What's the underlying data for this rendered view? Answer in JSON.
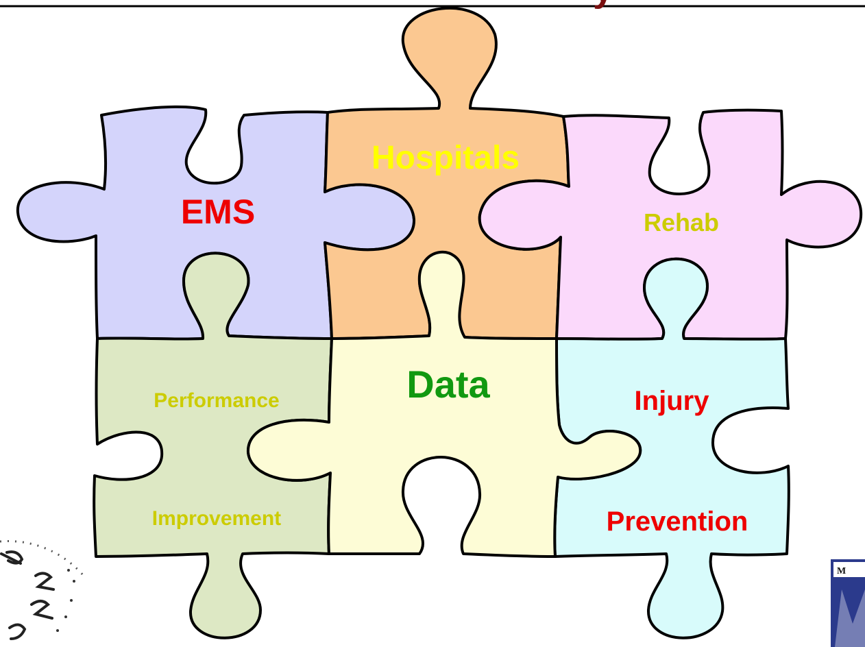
{
  "title_fragment": "y",
  "colors": {
    "title_fragment": "#7a1010",
    "ems_piece": "#d4d4fb",
    "hospitals_piece": "#fbc891",
    "rehab_piece": "#fbd9fb",
    "performance_piece": "#dde8c4",
    "data_piece": "#fdfcd6",
    "injury_piece": "#d8fbfb",
    "logo": "#2b3a8c"
  },
  "pieces": {
    "ems": {
      "label": "EMS",
      "color": "#ee0000"
    },
    "hospitals": {
      "label": "Hospitals",
      "color": "#ffff00"
    },
    "rehab": {
      "label": "Rehab",
      "color": "#cccc00"
    },
    "performance": {
      "line1": "Performance",
      "line2": "Improvement",
      "color": "#cccc00"
    },
    "data": {
      "label": "Data",
      "color": "#119911"
    },
    "injury": {
      "line1": "Injury",
      "line2": "Prevention",
      "color": "#ee0000"
    }
  },
  "decorations": {
    "clock_icon": "clock-icon",
    "logo_icon": "logo-icon",
    "logo_letter": "M"
  }
}
